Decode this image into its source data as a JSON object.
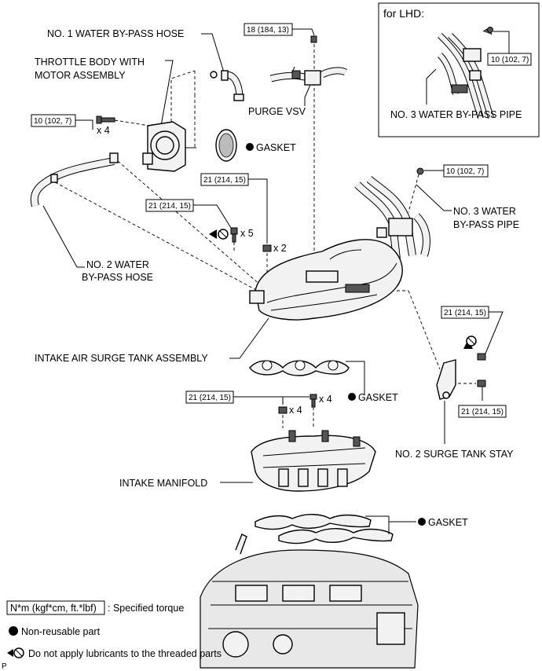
{
  "labels": {
    "water_bypass_hose_1": "NO. 1 WATER BY-PASS HOSE",
    "throttle_body_l1": "THROTTLE BODY WITH",
    "throttle_body_l2": "MOTOR ASSEMBLY",
    "purge_vsv": "PURGE VSV",
    "gasket": "GASKET",
    "water_bypass_hose_2_l1": "NO. 2 WATER",
    "water_bypass_hose_2_l2": "BY-PASS HOSE",
    "water_bypass_pipe_3_l1": "NO. 3 WATER",
    "water_bypass_pipe_3_l2": "BY-PASS PIPE",
    "water_bypass_pipe_3_inset": "NO. 3 WATER BY-PASS PIPE",
    "intake_air_surge_tank": "INTAKE AIR SURGE TANK ASSEMBLY",
    "no2_surge_tank_stay": "NO. 2 SURGE TANK STAY",
    "intake_manifold": "INTAKE MANIFOLD",
    "for_lhd": "for LHD:",
    "page_marker": "P"
  },
  "torques": {
    "t18": "18 (184, 13)",
    "t10": "10 (102, 7)",
    "t21": "21 (214, 15)"
  },
  "quantities": {
    "x4": "x 4",
    "x5": "x 5",
    "x2": "x 2"
  },
  "legend": {
    "specified_torque_box": "N*m (kgf*cm, ft.*lbf)",
    "specified_torque_text": ": Specified torque",
    "non_reusable": "Non-reusable part",
    "no_lubricant": "Do not apply lubricants to the threaded parts"
  }
}
